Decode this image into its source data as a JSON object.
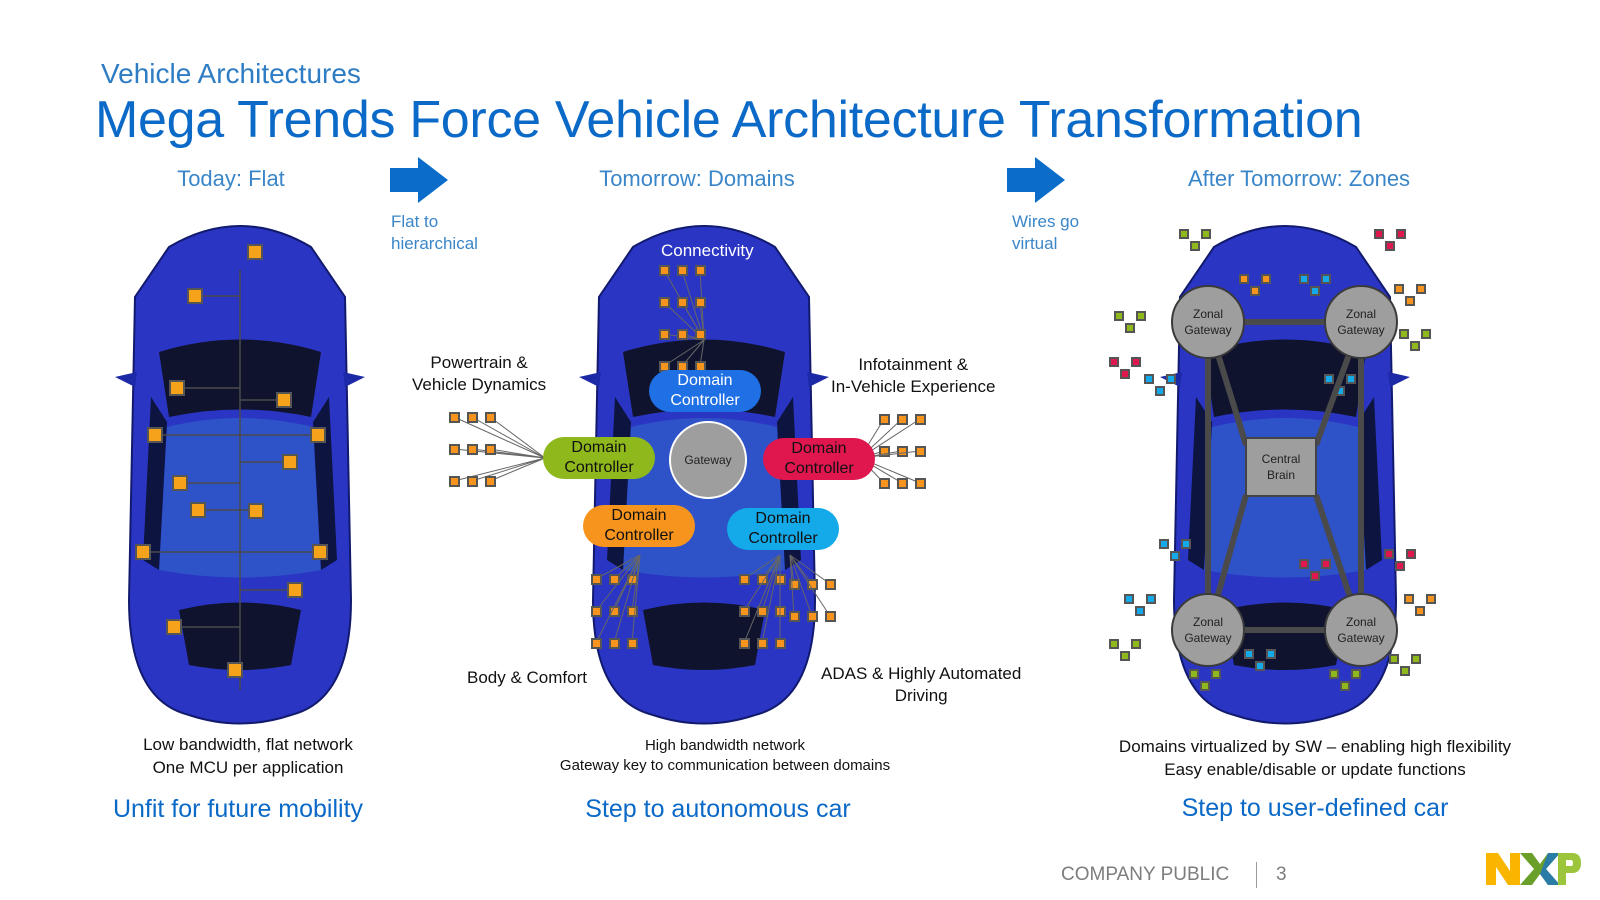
{
  "header": {
    "kicker": "Vehicle Architectures",
    "title": "Mega Trends Force Vehicle Architecture Transformation"
  },
  "columns": [
    {
      "heading": "Today: Flat",
      "description": [
        "Low bandwidth, flat network",
        "One MCU per application"
      ],
      "tagline": "Unfit for future mobility"
    },
    {
      "heading": "Tomorrow: Domains",
      "description": [
        "High bandwidth network",
        "Gateway key to communication between domains"
      ],
      "tagline": "Step to autonomous car"
    },
    {
      "heading": "After Tomorrow: Zones",
      "description": [
        "Domains virtualized by SW – enabling high flexibility",
        "Easy enable/disable or update functions"
      ],
      "tagline": "Step to user-defined car"
    }
  ],
  "transitions": [
    {
      "note": [
        "Flat to",
        "hierarchical"
      ]
    },
    {
      "note": [
        "Wires go",
        "virtual"
      ]
    }
  ],
  "domains": {
    "connectivity": "Connectivity",
    "powertrain": [
      "Powertrain &",
      "Vehicle Dynamics"
    ],
    "infotainment": [
      "Infotainment &",
      "In-Vehicle Experience"
    ],
    "body": "Body & Comfort",
    "adas": [
      "ADAS & Highly Automated",
      "Driving"
    ],
    "gateway": "Gateway",
    "controller": [
      "Domain",
      "Controller"
    ]
  },
  "zones": {
    "zonal": [
      "Zonal",
      "Gateway"
    ],
    "central": [
      "Central",
      "Brain"
    ]
  },
  "colors": {
    "blue_pill": "#1f6fe5",
    "green_pill": "#8fb81c",
    "red_pill": "#e0174f",
    "orange_pill": "#f7941d",
    "cyan_pill": "#14a9e8",
    "car_body": "#2a35c4",
    "ecu": "#f7a21b"
  },
  "footer": {
    "classification": "COMPANY PUBLIC",
    "page": "3",
    "logo": "NXP"
  }
}
